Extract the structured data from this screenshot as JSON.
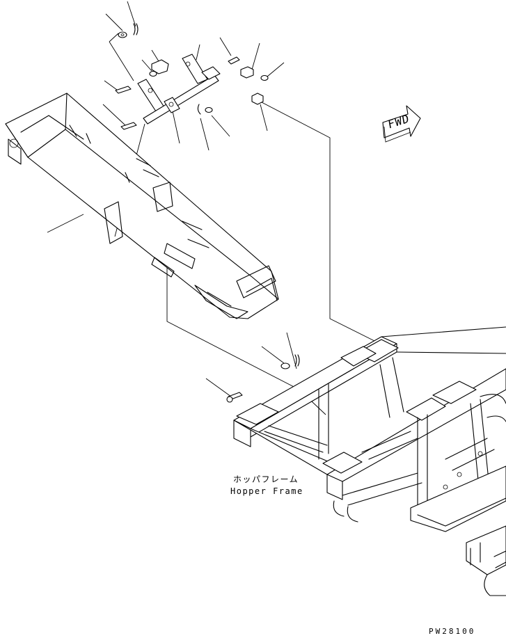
{
  "diagram": {
    "hopper_frame_label_jp": "ホッパフレーム",
    "hopper_frame_label_en": "Hopper Frame",
    "direction_arrow_text": "FWD",
    "drawing_code": "PW28100"
  },
  "colors": {
    "line": "#000000",
    "background": "#ffffff"
  }
}
